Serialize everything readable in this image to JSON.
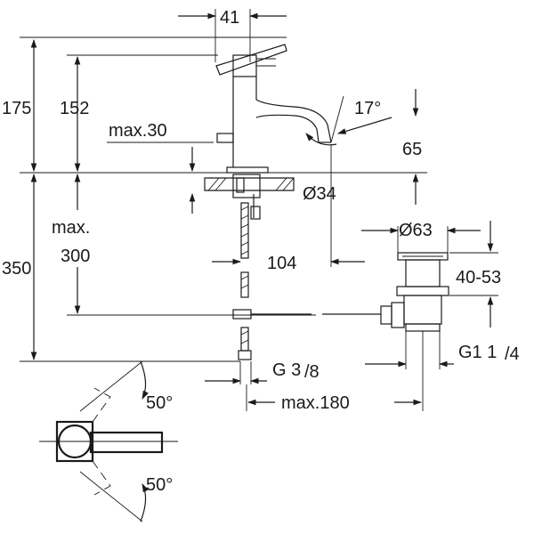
{
  "drawing": {
    "dimensions": {
      "top_width": "41",
      "total_height": "175",
      "spout_height": "152",
      "max_30": "max.30",
      "angle_17": "17°",
      "reach_65": "65",
      "hole_diameter": "Ø34",
      "max_300_line1": "max.",
      "max_300_line2": "300",
      "below_350": "350",
      "spacing_104": "104",
      "waste_diameter": "Ø63",
      "waste_height": "40-53",
      "connection_g38_base": "G 3",
      "connection_g38_frac": "/8",
      "waste_g114_base": "G1 1",
      "waste_g114_frac": "/4",
      "max_180": "max.180",
      "rotation_angle_top": "50°",
      "rotation_angle_bottom": "50°"
    }
  }
}
